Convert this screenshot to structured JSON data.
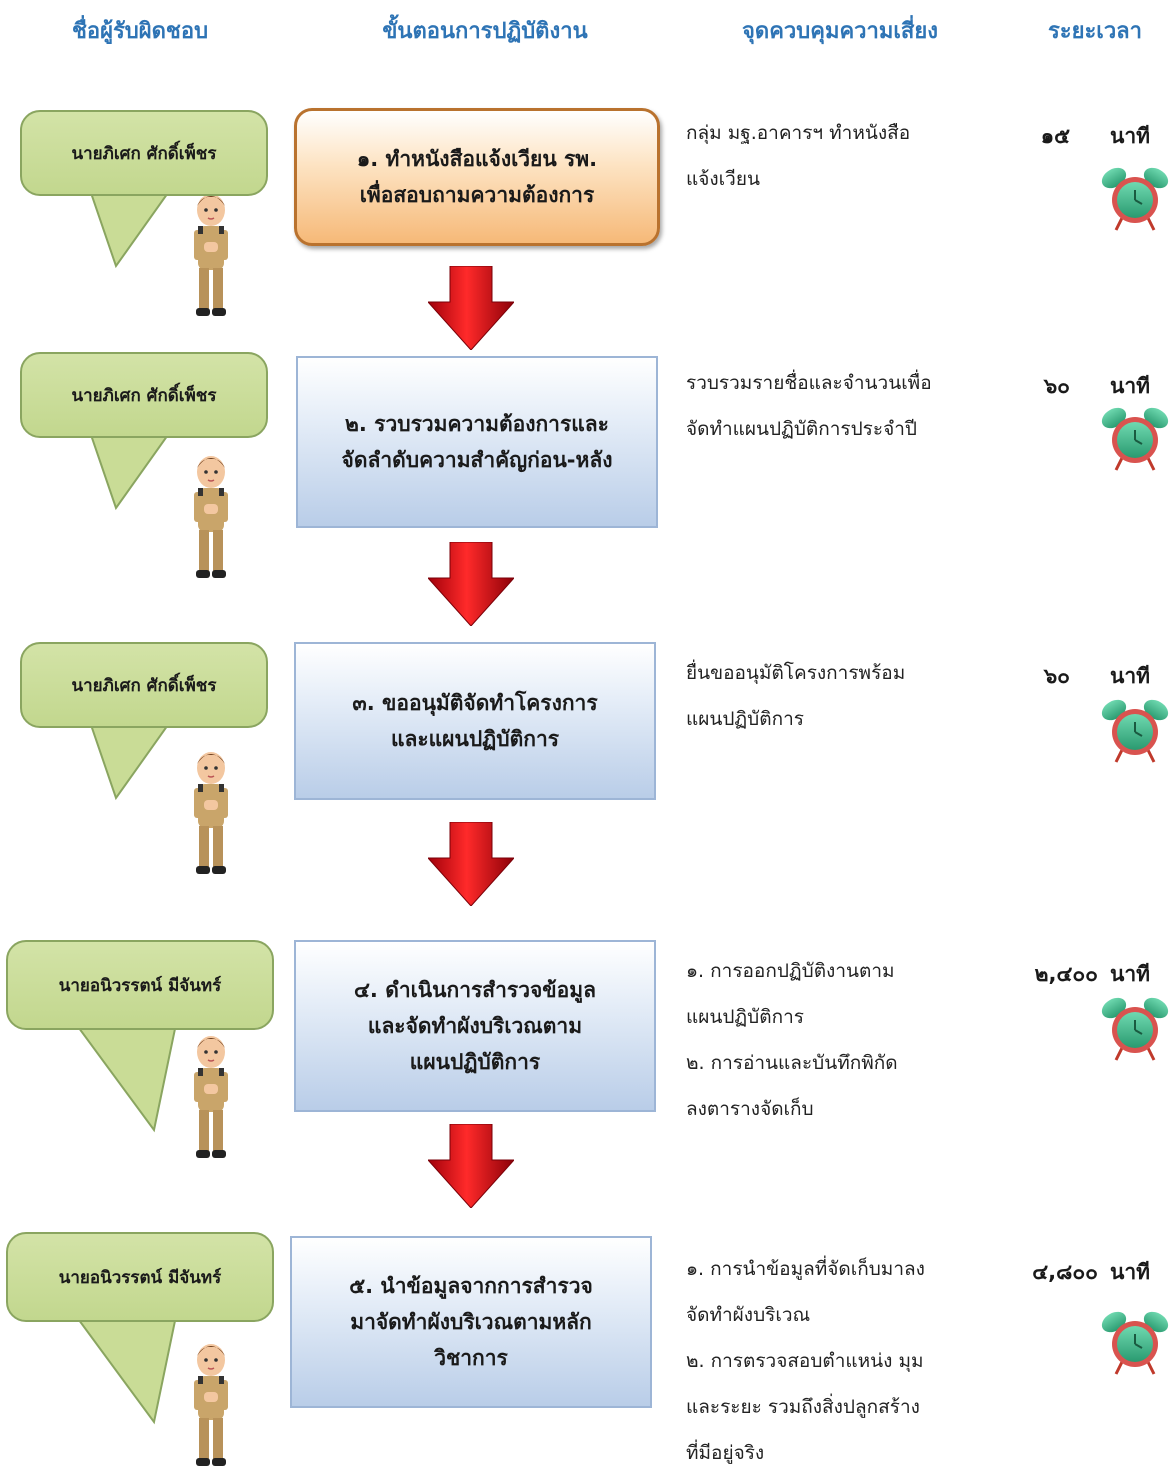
{
  "headers": {
    "responsible": "ชื่อผู้รับผิดชอบ",
    "steps": "ขั้นตอนการปฏิบัติงาน",
    "control": "จุดควบคุมความเสี่ยง",
    "time": "ระยะเวลา"
  },
  "rows": [
    {
      "person": "นายภิเศก  ศักดิ์เพ็ชร",
      "step": "๑. ทำหนังสือแจ้งเวียน รพ.\nเพื่อสอบถามความต้องการ",
      "control": [
        "กลุ่ม มฐ.อาคารฯ ทำหนังสือ",
        "แจ้งเวียน"
      ],
      "duration": "๑๕",
      "unit": "นาที"
    },
    {
      "person": "นายภิเศก  ศักดิ์เพ็ชร",
      "step": "๒. รวบรวมความต้องการและ\nจัดลำดับความสำคัญก่อน-หลัง",
      "control": [
        "รวบรวมรายชื่อและจำนวนเพื่อ",
        "จัดทำแผนปฏิบัติการประจำปี"
      ],
      "duration": "๖๐",
      "unit": "นาที"
    },
    {
      "person": "นายภิเศก  ศักดิ์เพ็ชร",
      "step": "๓. ขออนุมัติจัดทำโครงการ\nและแผนปฏิบัติการ",
      "control": [
        "ยื่นขออนุมัติโครงการพร้อม",
        "แผนปฏิบัติการ"
      ],
      "duration": "๖๐",
      "unit": "นาที"
    },
    {
      "person": "นายอนิวรรตน์  มีจันทร์",
      "step": "๔. ดำเนินการสำรวจข้อมูล\nและจัดทำผังบริเวณตาม\nแผนปฏิบัติการ",
      "control": [
        "๑. การออกปฏิบัติงานตาม",
        "แผนปฏิบัติการ",
        "๒. การอ่านและบันทึกพิกัด",
        "ลงตารางจัดเก็บ"
      ],
      "duration": "๒,๔๐๐",
      "unit": "นาที"
    },
    {
      "person": "นายอนิวรรตน์  มีจันทร์",
      "step": "๕. นำข้อมูลจากการสำรวจ\nมาจัดทำผังบริเวณตามหลัก\nวิชาการ",
      "control": [
        "๑. การนำข้อมูลที่จัดเก็บมาลง",
        "จัดทำผังบริเวณ",
        "๒. การตรวจสอบตำแหน่ง มุม",
        "และระยะ รวมถึงสิ่งปลูกสร้าง",
        "ที่มีอยู่จริง"
      ],
      "duration": "๔,๘๐๐",
      "unit": "นาที"
    }
  ],
  "icons": {
    "person": "officer-figure-icon",
    "clock": "alarm-clock-icon",
    "arrow": "red-down-arrow-icon"
  },
  "colors": {
    "header": "#2e74b5",
    "bubble": "#c9dc96",
    "step_blue": "#b9cde8",
    "step_orange": "#f6b978",
    "arrow": "#e0000b",
    "clock": "#3fb58a"
  }
}
